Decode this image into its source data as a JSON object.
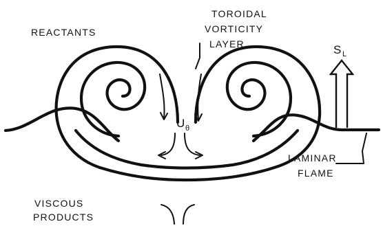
{
  "labels": {
    "reactants": "REACTANTS",
    "toroidal_line1": "TOROIDAL",
    "toroidal_line2": "VORTICITY",
    "toroidal_line3": "LAYER",
    "flow_velocity_symbol": "U",
    "flow_velocity_subscript": "θ",
    "flame_speed_symbol": "S",
    "flame_speed_subscript": "L",
    "laminar_line1": "LAMINAR",
    "laminar_line2": "FLAME",
    "viscous_line1": "VISCOUS",
    "viscous_line2": "PRODUCTS"
  },
  "colors": {
    "ink": "#111111",
    "background": "#ffffff"
  }
}
